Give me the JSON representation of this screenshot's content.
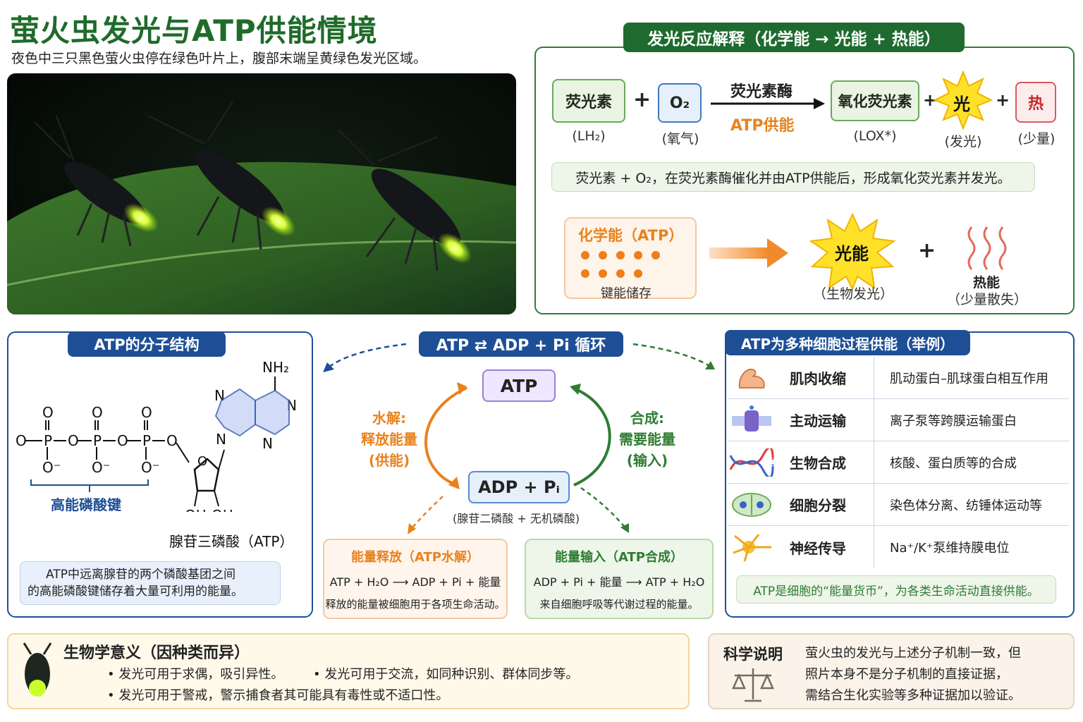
{
  "header": {
    "title": "萤火虫发光与ATP供能情境",
    "subtitle": "夜色中三只黑色萤火虫停在绿色叶片上，腹部末端呈黄绿色发光区域。"
  },
  "reaction": {
    "title": "发光反应解释（化学能 → 光能 + 热能）",
    "luciferin": "荧光素",
    "luciferin_sub": "(LH₂)",
    "o2": "O₂",
    "o2_sub": "(氧气)",
    "enzyme": "荧光素酶",
    "atp_supply": "ATP供能",
    "oxyluciferin": "氧化荧光素",
    "oxy_sub": "(LOX*)",
    "light": "光",
    "light_sub": "(发光)",
    "heat": "热",
    "heat_sub": "(少量)",
    "summary": "荧光素 + O₂，在荧光素酶催化并由ATP供能后，形成氧化荧光素并发光。",
    "chem_title": "化学能（ATP）",
    "chem_sub": "键能储存",
    "light_energy": "光能",
    "light_energy_sub": "（生物发光）",
    "heat_energy": "热能",
    "heat_energy_sub": "（少量散失）"
  },
  "structure": {
    "title": "ATP的分子结构",
    "nh2": "NH₂",
    "atoms": {
      "o": "O",
      "p": "P",
      "n": "N",
      "oh": "OH",
      "ominus": "O⁻"
    },
    "bond_label": "高能磷酸键",
    "mol_name": "腺苷三磷酸（ATP）",
    "note_line1": "ATP中远离腺苷的两个磷酸基团之间",
    "note_line2": "的高能磷酸键储存着大量可利用的能量。"
  },
  "cycle": {
    "title": "ATP ⇄ ADP + Pi 循环",
    "atp": "ATP",
    "adp": "ADP + Pᵢ",
    "adp_sub": "(腺苷二磷酸 + 无机磷酸)",
    "hydro1": "水解:",
    "hydro2": "释放能量",
    "hydro3": "(供能)",
    "synth1": "合成:",
    "synth2": "需要能量",
    "synth3": "(输入)",
    "release_title": "能量释放（ATP水解）",
    "release_eq": "ATP + H₂O ⟶ ADP + Pi + 能量",
    "release_note": "释放的能量被细胞用于各项生命活动。",
    "input_title": "能量输入（ATP合成）",
    "input_eq": "ADP + Pi + 能量 ⟶ ATP + H₂O",
    "input_note": "来自细胞呼吸等代谢过程的能量。"
  },
  "processes": {
    "title": "ATP为多种细胞过程供能（举例）",
    "items": [
      {
        "name": "肌肉收缩",
        "desc": "肌动蛋白–肌球蛋白相互作用",
        "icon": "muscle-icon"
      },
      {
        "name": "主动运输",
        "desc": "离子泵等跨膜运输蛋白",
        "icon": "membrane-pump-icon"
      },
      {
        "name": "生物合成",
        "desc": "核酸、蛋白质等的合成",
        "icon": "dna-icon"
      },
      {
        "name": "细胞分裂",
        "desc": "染色体分离、纺锤体运动等",
        "icon": "dividing-cell-icon"
      },
      {
        "name": "神经传导",
        "desc": "Na⁺/K⁺泵维持膜电位",
        "icon": "neuron-icon"
      }
    ],
    "footer": "ATP是细胞的“能量货币”，为各类生命活动直接供能。"
  },
  "significance": {
    "title": "生物学意义（因种类而异）",
    "b1": "• 发光可用于求偶，吸引异性。",
    "b2": "• 发光可用于交流，如同种识别、群体同步等。",
    "b3": "• 发光可用于警戒，警示捕食者其可能具有毒性或不适口性。"
  },
  "science": {
    "title": "科学说明",
    "l1": "萤火虫的发光与上述分子机制一致，但",
    "l2": "照片本身不是分子机制的直接证据，",
    "l3": "需结合生化实验等多种证据加以验证。"
  },
  "colors": {
    "green": "#1f6b2f",
    "blue": "#1e4f96",
    "orange": "#e8821e",
    "purple": "#efe6ff"
  }
}
